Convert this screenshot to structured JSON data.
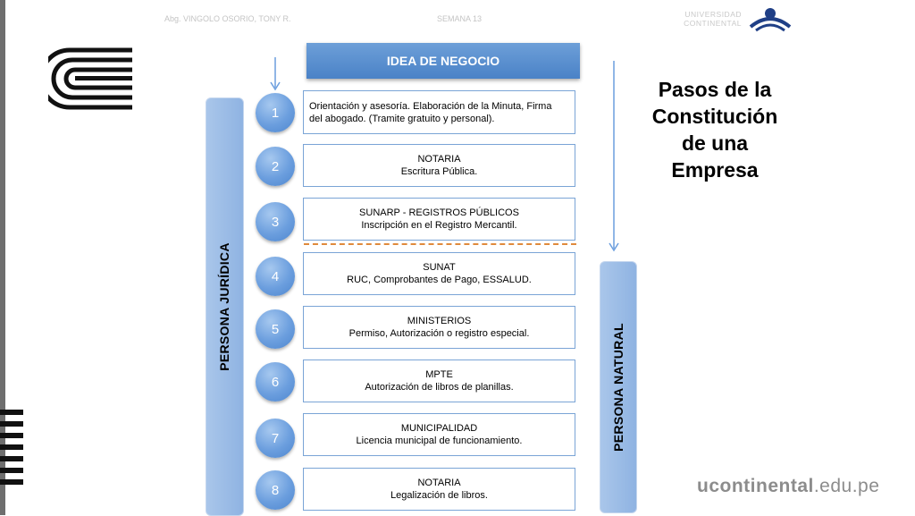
{
  "header": {
    "author": "Abg. VINGOLO OSORIO, TONY R.",
    "week": "SEMANA 13",
    "university_line1": "UNIVERSIDAD",
    "university_line2": "CONTINENTAL"
  },
  "title": {
    "line1": "Pasos de la",
    "line2": "Constitución",
    "line3": "de una",
    "line4": "Empresa"
  },
  "idea_box": "IDEA DE NEGOCIO",
  "side_labels": {
    "left": "PERSONA JURÍDICA",
    "right": "PERSONA NATURAL"
  },
  "steps": [
    {
      "number": "1",
      "line1": "Orientación y asesoría. Elaboración de la Minuta, Firma",
      "line2": "del abogado. (Tramite gratuito y personal)."
    },
    {
      "number": "2",
      "line1": "NOTARIA",
      "line2": "Escritura Pública."
    },
    {
      "number": "3",
      "line1": "SUNARP - REGISTROS PÚBLICOS",
      "line2": "Inscripción en el Registro Mercantil."
    },
    {
      "number": "4",
      "line1": "SUNAT",
      "line2": "RUC, Comprobantes de Pago, ESSALUD."
    },
    {
      "number": "5",
      "line1": "MINISTERIOS",
      "line2": "Permiso, Autorización o registro especial."
    },
    {
      "number": "6",
      "line1": "MPTE",
      "line2": "Autorización de libros de planillas."
    },
    {
      "number": "7",
      "line1": "MUNICIPALIDAD",
      "line2": "Licencia municipal de funcionamiento."
    },
    {
      "number": "8",
      "line1": "NOTARIA",
      "line2": "Legalización de libros."
    }
  ],
  "footer": {
    "brand_bold": "ucontinental",
    "brand_suffix": ".edu.pe"
  },
  "colors": {
    "accent_blue": "#4a82c7",
    "side_bar": "#9dbde6",
    "divider_orange": "#e08a3c"
  }
}
